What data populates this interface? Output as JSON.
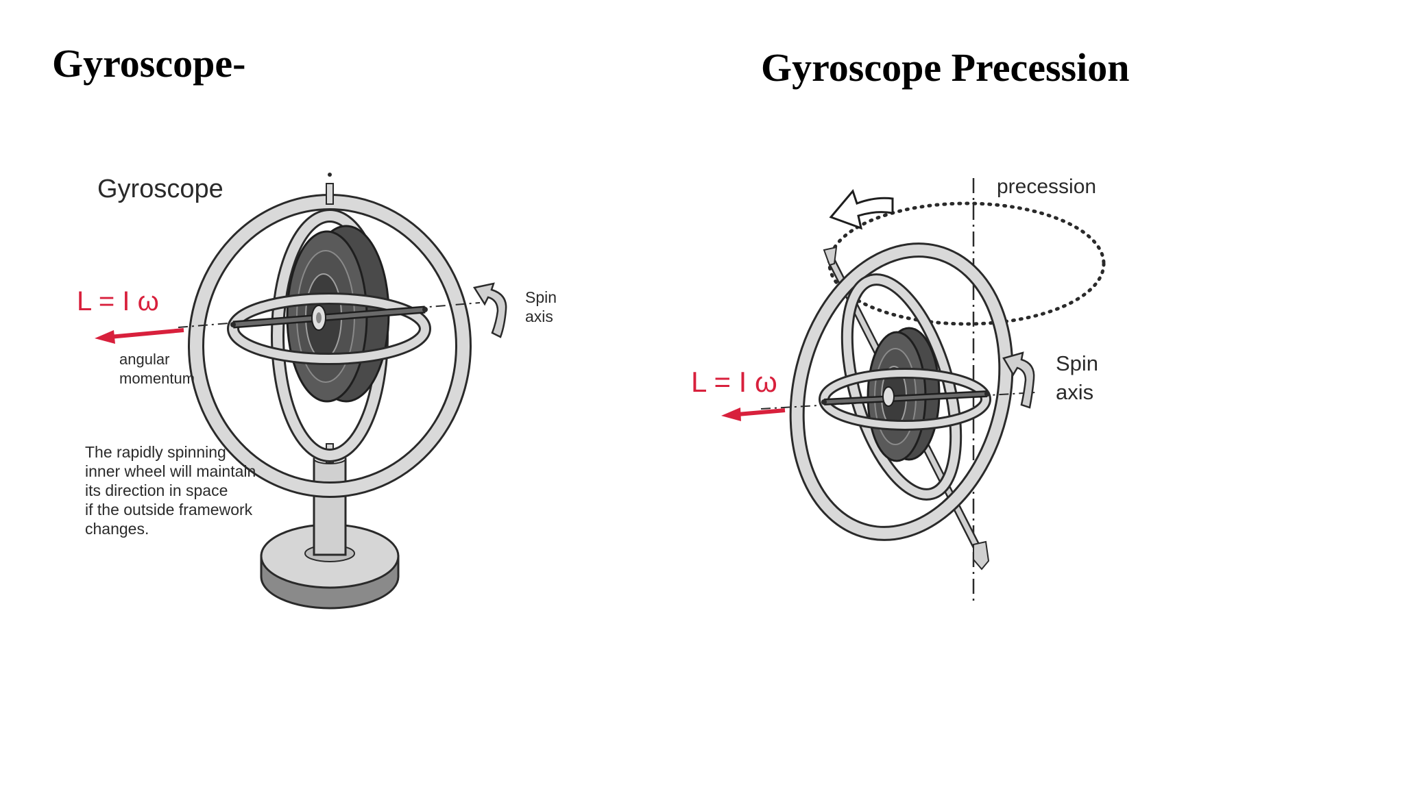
{
  "slide": {
    "title_left": "Gyroscope-",
    "title_right": "Gyroscope Precession"
  },
  "left_diagram": {
    "heading": "Gyroscope",
    "equation": "L = I ω",
    "momentum_label_line1": "angular",
    "momentum_label_line2": "momentum",
    "spin_label_line1": "Spin",
    "spin_label_line2": "axis",
    "caption_lines": [
      "The rapidly spinning",
      "inner wheel will maintain",
      "its direction in space",
      "if the outside framework",
      "changes."
    ]
  },
  "right_diagram": {
    "precession_label": "precession",
    "equation": "L = I ω",
    "spin_label_line1": "Spin",
    "spin_label_line2": "axis"
  },
  "colors": {
    "momentum_arrow": "#d8203c",
    "wheel": "#4a4a4a",
    "ring": "#d9d9d9",
    "outline": "#2a2a2a"
  },
  "icons": {
    "spin_indicator": "curved-arrow-icon",
    "precession_indicator": "curved-arrow-icon"
  }
}
